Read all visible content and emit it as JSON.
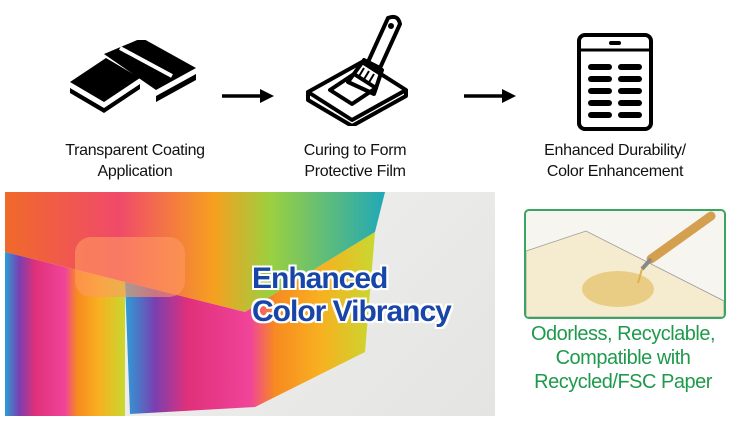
{
  "steps": [
    {
      "icon": "coating-blocks-icon",
      "line1": "Transparent Coating",
      "line2": "Application"
    },
    {
      "icon": "brush-curing-icon",
      "line1": "Curing to Form",
      "line2": "Protective Film"
    },
    {
      "icon": "document-list-icon",
      "line1": "Enhanced Durability/",
      "line2": "Color Enhancement"
    }
  ],
  "arrows": [
    "arrow-right-icon",
    "arrow-right-icon"
  ],
  "vibrancy": {
    "line1": "Enhanced",
    "line2": "Color Vibrancy",
    "color": "#1746a8"
  },
  "eco": {
    "line1": "Odorless, Recyclable,",
    "line2": "Compatible with",
    "line3": "Recycled/FSC Paper",
    "color": "#1f9a4c"
  }
}
